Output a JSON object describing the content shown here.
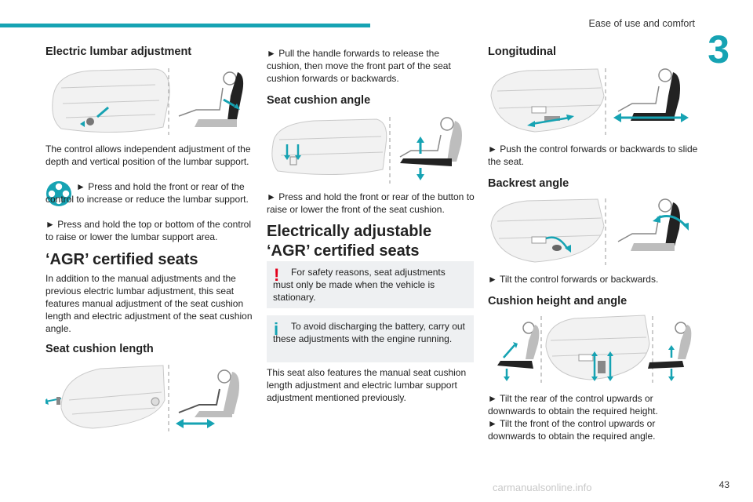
{
  "header": {
    "chapter_title": "Ease of use and comfort",
    "chapter_number": "3",
    "accent_color": "#16a3b3"
  },
  "col1": {
    "electric_lumbar": {
      "heading": "Electric lumbar adjustment",
      "para1": "The control allows independent adjustment of the depth and vertical position of the lumbar support.",
      "step1": "► Press and hold the front or rear of the control to increase or reduce the lumbar support.",
      "step2": "► Press and hold the top or bottom of the control to raise or lower the lumbar support area."
    },
    "agr": {
      "heading": "‘AGR’ certified seats",
      "para": "In addition to the manual adjustments and the previous electric lumbar adjustment, this seat features manual adjustment of the seat cushion length and electric adjustment of the seat cushion angle."
    },
    "cushion_length": {
      "heading": "Seat cushion length"
    }
  },
  "col2": {
    "pull_handle": "► Pull the handle forwards to release the cushion, then move the front part of the seat cushion forwards or backwards.",
    "cushion_angle": {
      "heading": "Seat cushion angle",
      "step": "► Press and hold the front or rear of the button to raise or lower the front of the seat cushion."
    },
    "electric_agr": {
      "heading": "Electrically adjustable ‘AGR’ certified seats"
    },
    "warning": {
      "mark": "!",
      "text": "For safety reasons, seat adjustments must only be made when the vehicle is stationary.",
      "color": "#e3001b"
    },
    "info": {
      "mark": "i",
      "text": "To avoid discharging the battery, carry out these adjustments with the engine running.",
      "color": "#16a3b3"
    },
    "closing": "This seat also features the manual seat cushion length adjustment and electric lumbar support adjustment mentioned previously."
  },
  "col3": {
    "longitudinal": {
      "heading": "Longitudinal",
      "step": "► Push the control forwards or backwards to slide the seat."
    },
    "backrest": {
      "heading": "Backrest angle",
      "step": "► Tilt the control forwards or backwards."
    },
    "cushion_height": {
      "heading": "Cushion height and angle",
      "step1": "► Tilt the rear of the control upwards or downwards to obtain the required height.",
      "step2": "► Tilt the front of the control upwards or downwards to obtain the required angle."
    }
  },
  "footer": {
    "page_number": "43",
    "watermark": "carmanualsonline.info"
  }
}
